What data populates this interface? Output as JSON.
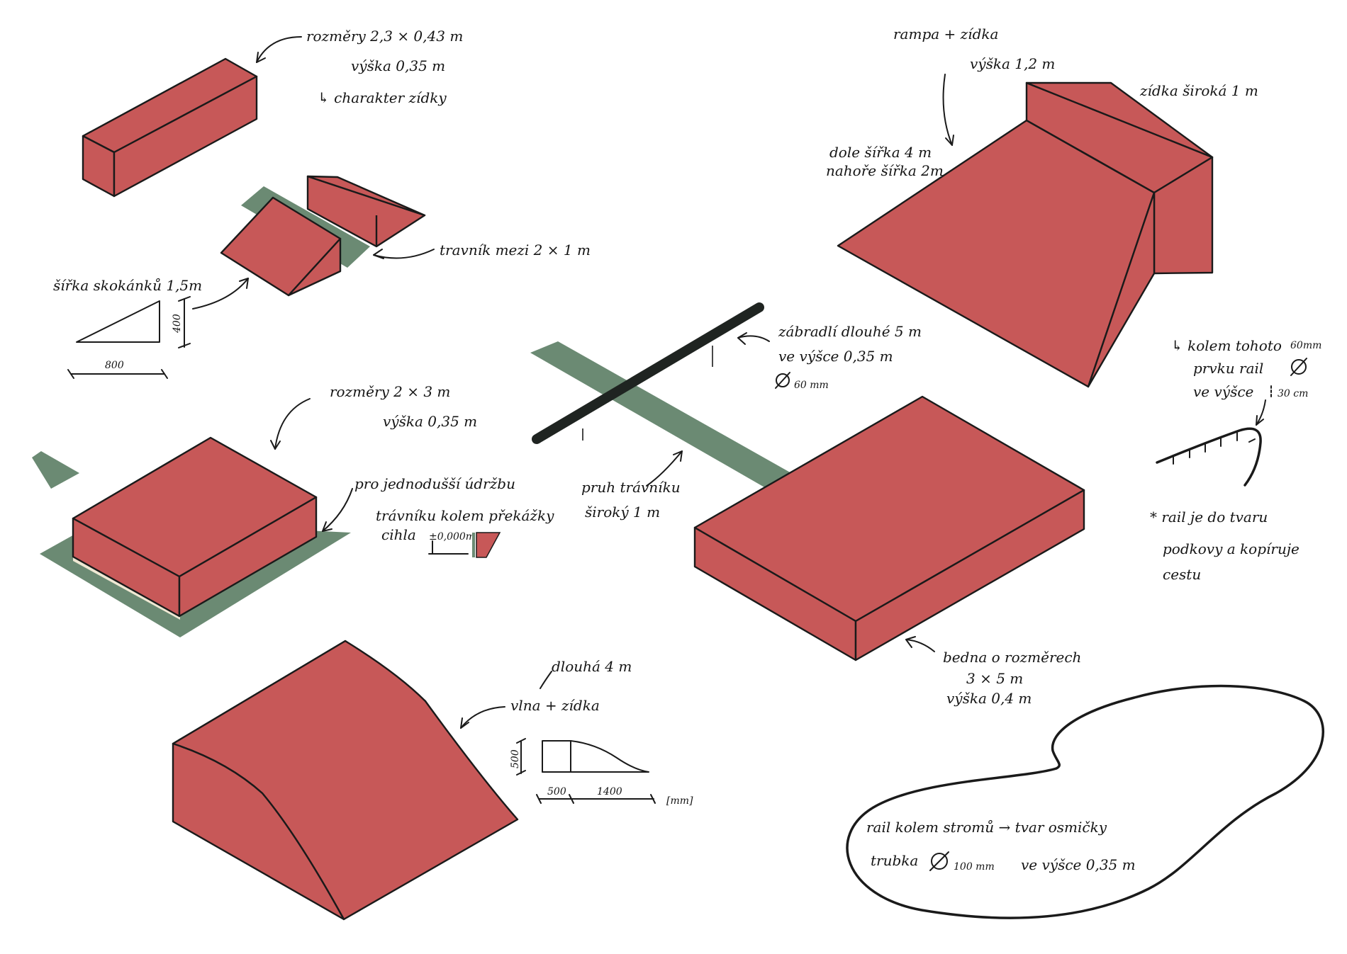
{
  "colors": {
    "object_red": "#c75858",
    "ground_green": "#6b8a73",
    "ink": "#1a1a1a",
    "rail_black": "#1f2421"
  },
  "box_small": {
    "line1": "rozměry  2,3 × 0,43 m",
    "line2": "výška  0,35 m",
    "line3": "↳ charakter zídky"
  },
  "launch": {
    "width_label": "šířka skokánků 1,5m",
    "gap_label": "travník mezi  2 × 1 m",
    "dim_height": "400",
    "dim_length": "800"
  },
  "box_mid": {
    "line1": "rozměry  2 × 3 m",
    "line2": "výška  0,35 m",
    "note1": "pro jednodušší údržbu",
    "note2": "trávníku kolem překážky",
    "note3": "cihla",
    "note_level": "±0,000m"
  },
  "rail": {
    "line1": "zábradlí dlouhé 5 m",
    "line2": "ve výšce  0,35 m",
    "line3": "60 mm",
    "lawn1": "pruh trávníku",
    "lawn2": "široký  1 m"
  },
  "ramp": {
    "line1": "rampa + zídka",
    "line2": "výška  1,2 m",
    "top_label": "zídka široká  1 m",
    "bottom1": "dole šířka 4 m",
    "bottom2": "nahoře šířka 2m"
  },
  "tree_rail": {
    "line1": "↳ kolem tohoto",
    "line2": "prvku rail",
    "line3": "ve výšce",
    "dia": "60mm",
    "height": "30 cm",
    "note1": "* rail je do tvaru",
    "note2": "podkovy a kopíruje",
    "note3": "cestu"
  },
  "box_large": {
    "line1": "bedna o rozměrech",
    "line2": "3 × 5 m",
    "line3": "výška  0,4 m"
  },
  "wave": {
    "line1": "dlouhá 4 m",
    "line2": "vlna + zídka",
    "dim_h": "500",
    "dim_a": "500",
    "dim_b": "1400",
    "unit": "[mm]"
  },
  "figure8": {
    "line1": "rail kolem stromů → tvar osmičky",
    "line2a": "trubka",
    "line2b": "100 mm",
    "line2c": "ve výšce  0,35 m"
  }
}
